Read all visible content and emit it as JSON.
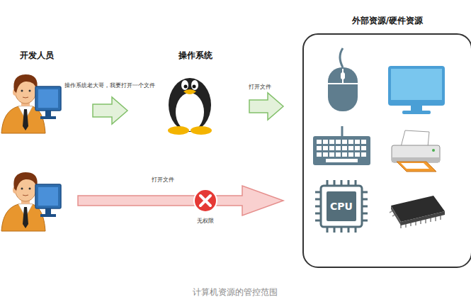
{
  "diagram": {
    "caption": "计算机资源的管控范围",
    "nodes": [
      {
        "text": [
          "开发人员"
        ]
      },
      {
        "text": [
          "操作系统"
        ]
      },
      {
        "text": [
          "外部资源/硬件资源"
        ]
      },
      {
        "text": [
          "CPU"
        ],
        "in": 2
      },
      {
        "text": []
      }
    ],
    "edges": [
      {
        "from": 0,
        "to": 1,
        "label": "操作系统老大哥，我要打开一个文件",
        "arrow": "to"
      },
      {
        "from": 1,
        "to": 2,
        "label": "打开文件",
        "arrow": "to"
      },
      {
        "from": 4,
        "to": 2,
        "label": "打开文件",
        "arrow": "to"
      }
    ],
    "labels": [
      "无权限"
    ]
  }
}
